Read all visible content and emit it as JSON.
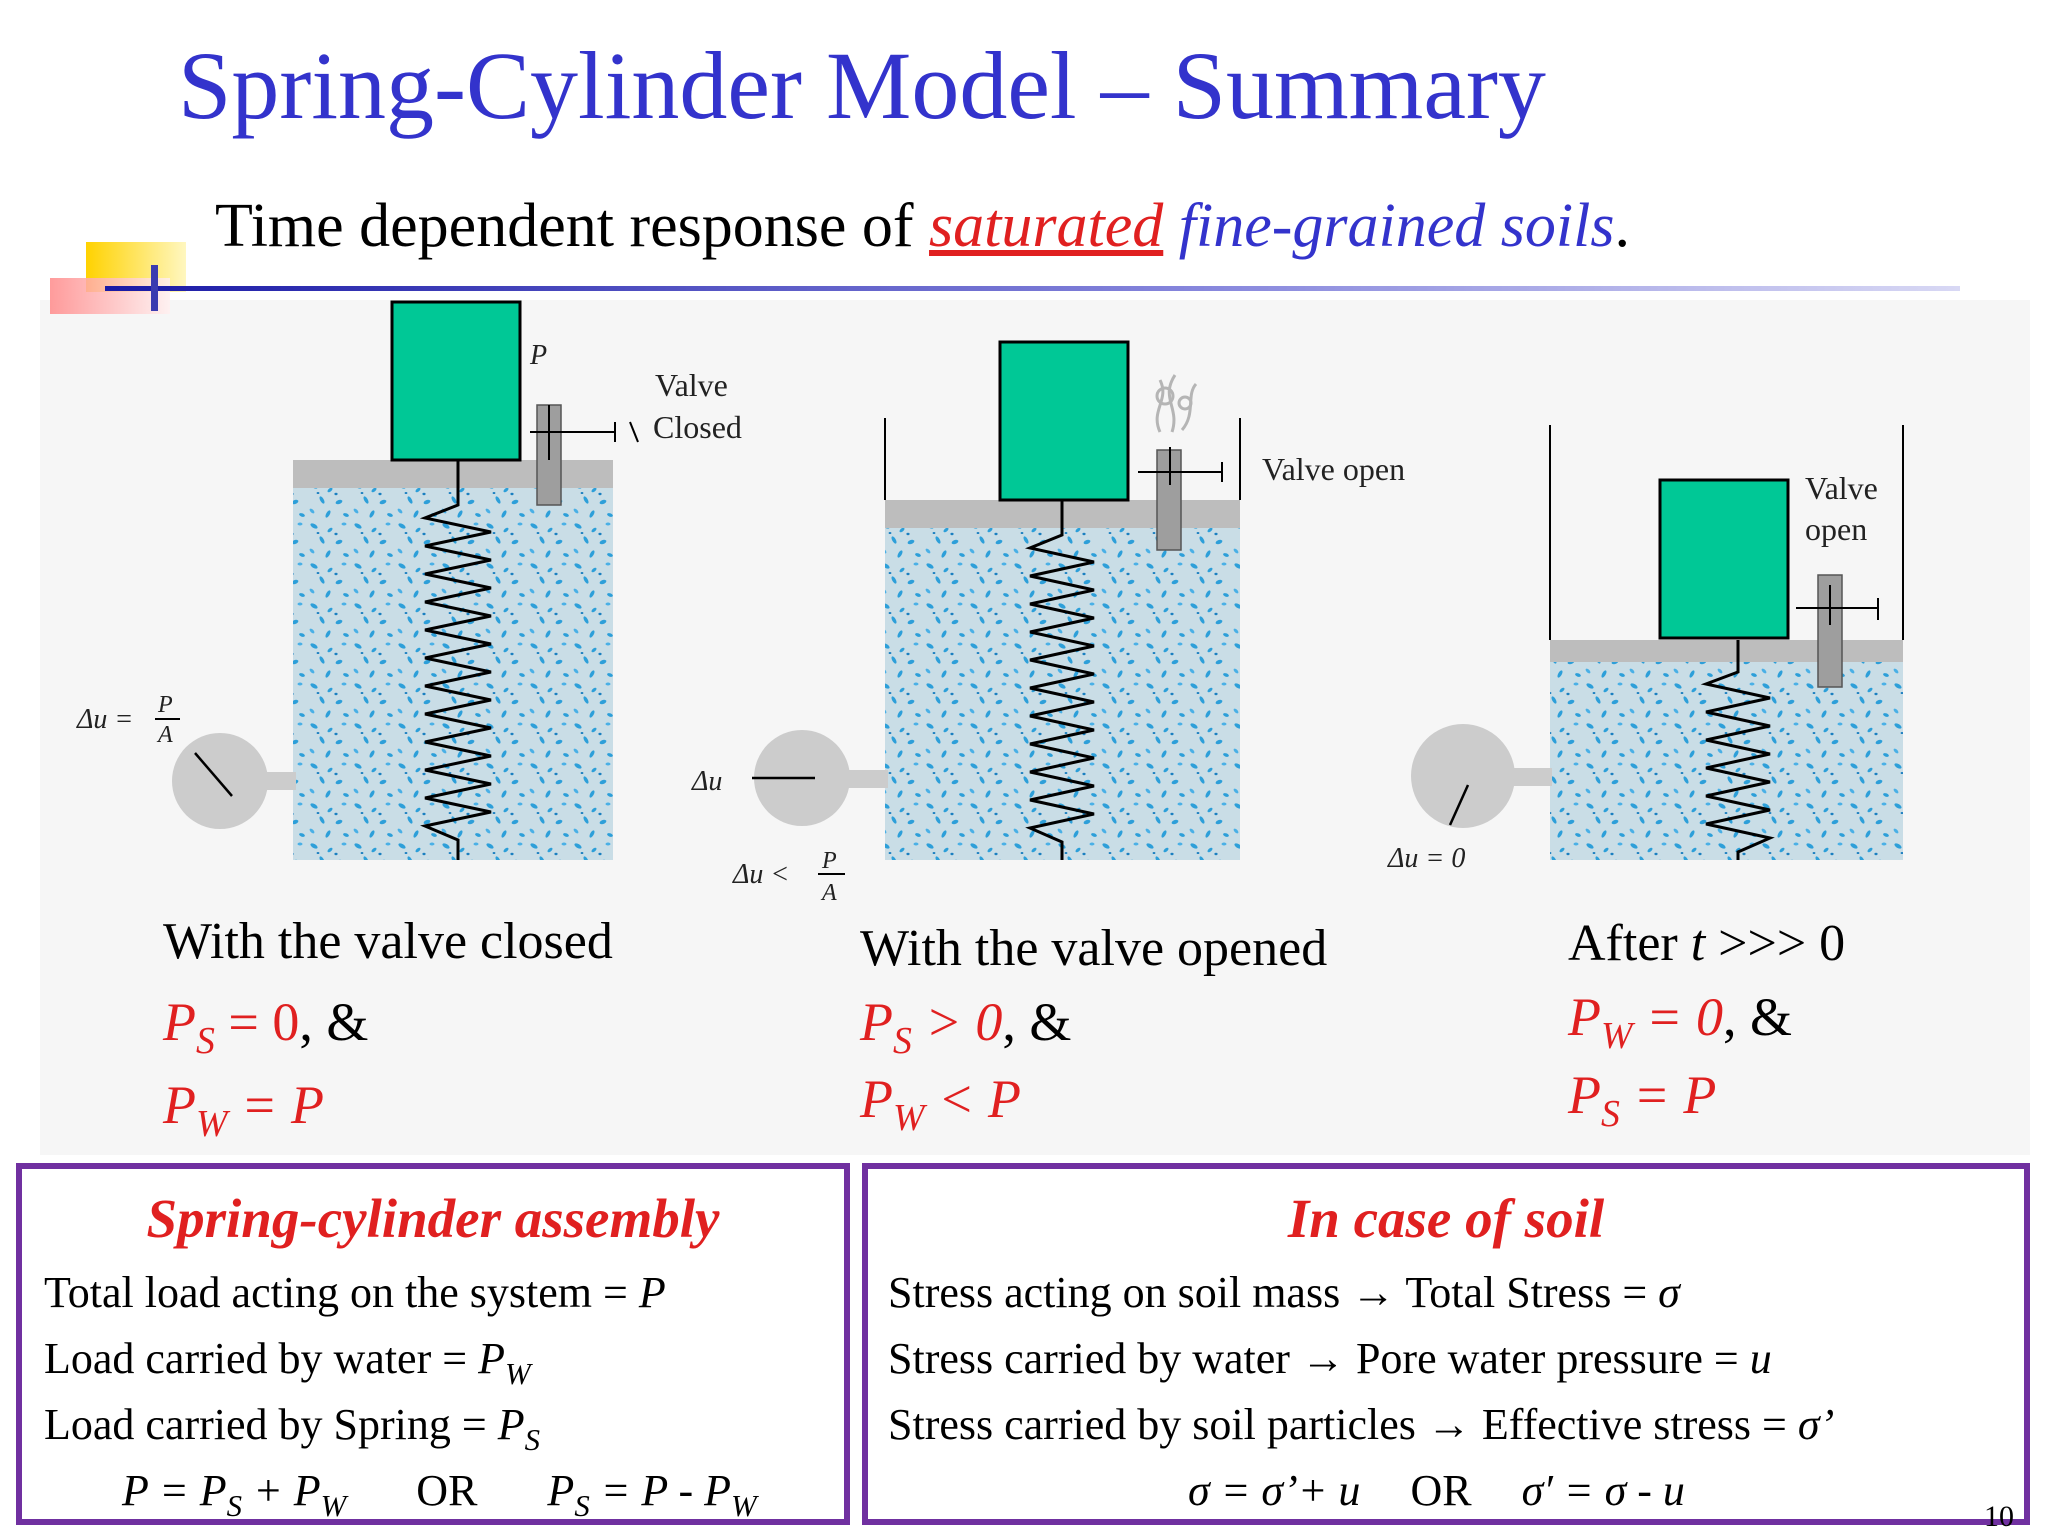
{
  "slide": {
    "title": "Spring-Cylinder Model – Summary",
    "subtitle": {
      "lead": "Time dependent response of ",
      "saturated": "saturated",
      "space": " ",
      "fine": "fine-grained soils",
      "period": "."
    },
    "page_number": "10"
  },
  "figures": {
    "fig1": {
      "p_label": "P",
      "valve_line1": "Valve",
      "valve_line2": "Closed",
      "du": "Δu =",
      "frac_num": "P",
      "frac_den": "A"
    },
    "fig2": {
      "valve_label": "Valve open",
      "du": "Δu",
      "du_lt": "Δu <",
      "frac_num": "P",
      "frac_den": "A"
    },
    "fig3": {
      "valve_line1": "Valve",
      "valve_line2": "open",
      "du_zero": "Δu = 0"
    }
  },
  "captions": {
    "col1": {
      "heading": "With the valve closed",
      "l1_sym": "P",
      "l1_sub": "S",
      "l1_eq": " = 0",
      "l1_tail": ", &",
      "l2_sym": "P",
      "l2_sub": "W",
      "l2_eq": " = P"
    },
    "col2": {
      "heading": "With the valve opened",
      "l1_sym": "P",
      "l1_sub": "S",
      "l1_eq": " > 0",
      "l1_tail": ", &",
      "l2_sym": "P",
      "l2_sub": "W",
      "l2_eq": " < P"
    },
    "col3": {
      "heading_pre": "After ",
      "heading_t": "t",
      "heading_post": " >>> 0",
      "l1_sym": "P",
      "l1_sub": "W",
      "l1_eq": " = 0",
      "l1_tail": ", &",
      "l2_sym": "P",
      "l2_sub": "S",
      "l2_eq": " = P"
    }
  },
  "box_left": {
    "title": "Spring-cylinder assembly",
    "line1_text": "Total load acting on the system = ",
    "line1_sym": "P",
    "line2_text": "Load carried by water = ",
    "line2_sym": "P",
    "line2_sub": "W",
    "line3_text": "Load carried by Spring = ",
    "line3_sym": "P",
    "line3_sub": "S",
    "eq": {
      "a": "P = P",
      "a_sub": "S",
      "b": " + P",
      "b_sub": "W",
      "or": "OR",
      "c": "P",
      "c_sub": "S",
      "d": " = P - P",
      "d_sub": "W"
    }
  },
  "box_right": {
    "title": "In case of soil",
    "line1_text": "Stress acting on soil mass → Total Stress = ",
    "line1_sym": "σ",
    "line2_text": "Stress carried by water → Pore water pressure = ",
    "line2_sym": "u",
    "line3_text": "Stress carried by soil particles → Effective stress = ",
    "line3_sym": "σ’",
    "eq": {
      "left": "σ = σ’+ u",
      "or": "OR",
      "right": "σ′ = σ - u"
    }
  },
  "colors": {
    "title_blue": "#3333cc",
    "accent_red": "#e02020",
    "box_border": "#7030a0",
    "mass_green": "#00c896",
    "water_blue": "#c6dde8"
  }
}
